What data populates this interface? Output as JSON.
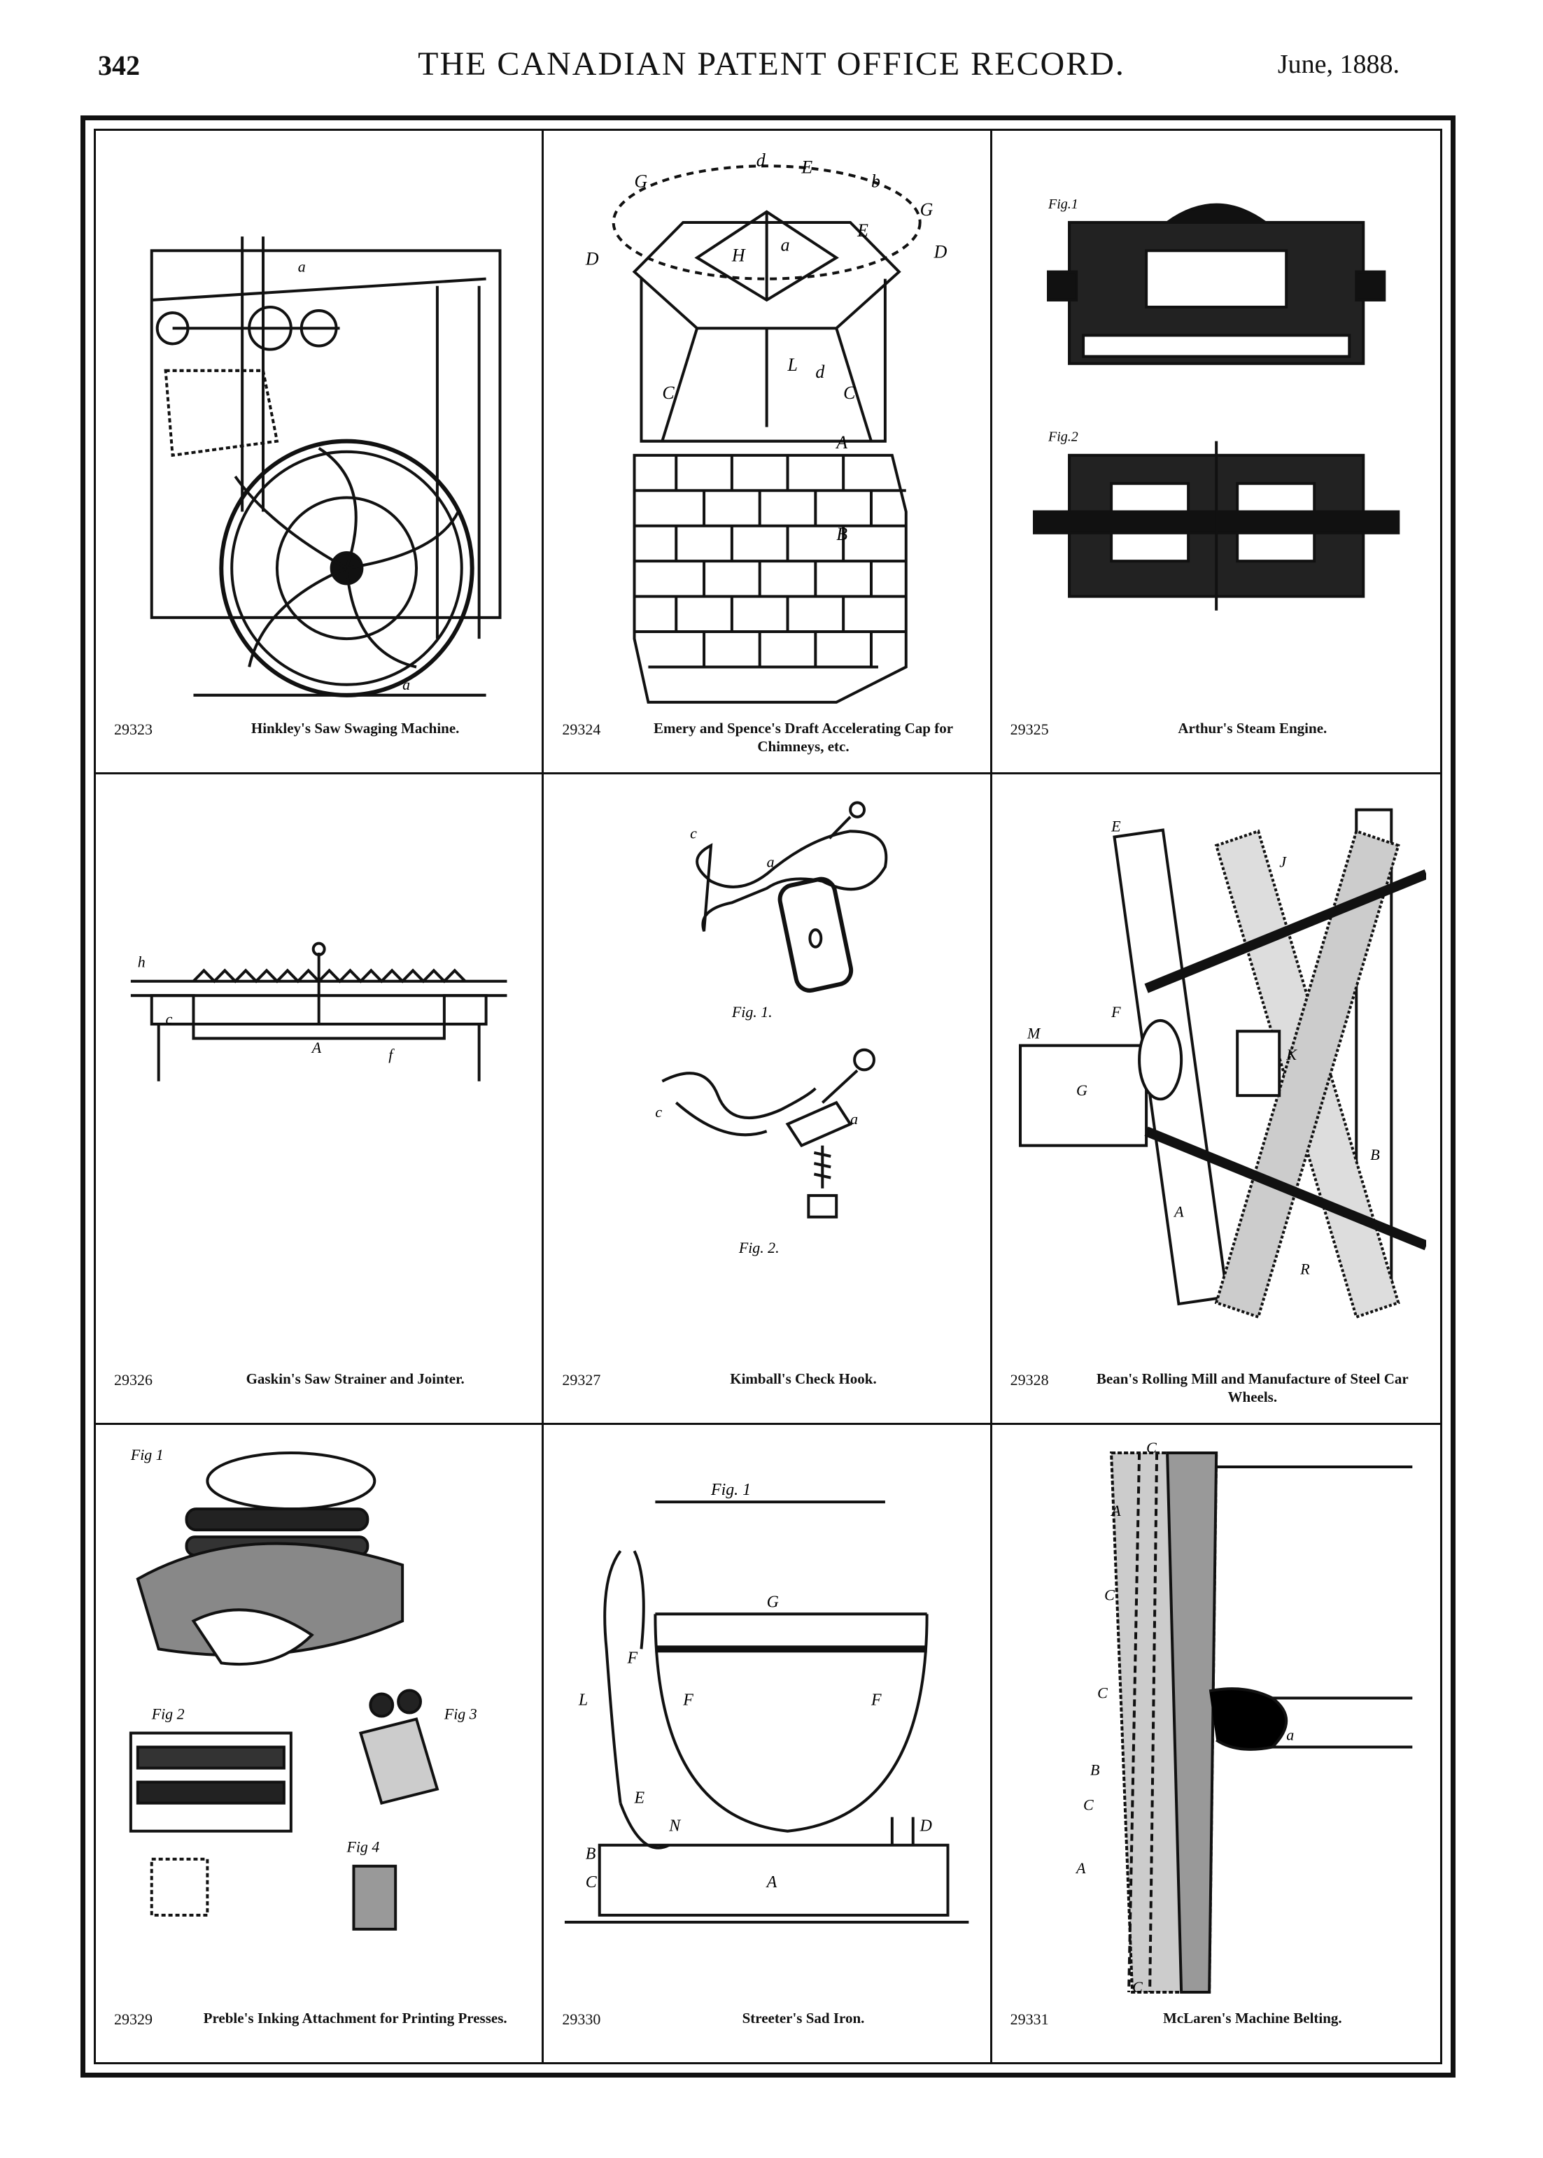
{
  "header": {
    "page_number": "342",
    "title": "THE CANADIAN PATENT OFFICE RECORD.",
    "date": "June, 1888."
  },
  "patents": [
    {
      "number": "29323",
      "title": "Hinkley's Saw Swaging Machine.",
      "labels": [
        "a",
        "a"
      ]
    },
    {
      "number": "29324",
      "title": "Emery and Spence's Draft Accelerating Cap for Chimneys, etc.",
      "labels": [
        "G",
        "d",
        "E",
        "b",
        "G",
        "D",
        "D",
        "H",
        "a",
        "E",
        "L",
        "d",
        "C",
        "C",
        "A",
        "B"
      ]
    },
    {
      "number": "29325",
      "title": "Arthur's Steam Engine.",
      "labels": [
        "Fig.1",
        "Fig.2"
      ]
    },
    {
      "number": "29326",
      "title": "Gaskin's Saw Strainer and Jointer.",
      "labels": [
        "c",
        "h",
        "A",
        "f"
      ]
    },
    {
      "number": "29327",
      "title": "Kimball's Check Hook.",
      "labels": [
        "c",
        "a",
        "Fig. 1.",
        "c",
        "a",
        "Fig. 2."
      ]
    },
    {
      "number": "29328",
      "title": "Bean's Rolling Mill and Manufacture of Steel Car Wheels.",
      "labels": [
        "E",
        "F",
        "K",
        "M",
        "G",
        "A",
        "B",
        "R",
        "J"
      ]
    },
    {
      "number": "29329",
      "title": "Preble's Inking Attachment for Printing Presses.",
      "labels": [
        "Fig 1",
        "Fig 2",
        "Fig 3",
        "Fig 4"
      ]
    },
    {
      "number": "29330",
      "title": "Streeter's Sad Iron.",
      "labels": [
        "Fig. 1",
        "G",
        "F",
        "L",
        "F",
        "F",
        "E",
        "N",
        "D",
        "A",
        "B",
        "C"
      ]
    },
    {
      "number": "29331",
      "title": "McLaren's Machine Belting.",
      "labels": [
        "C",
        "A",
        "C",
        "C",
        "B",
        "C",
        "A",
        "C",
        "a"
      ]
    }
  ]
}
